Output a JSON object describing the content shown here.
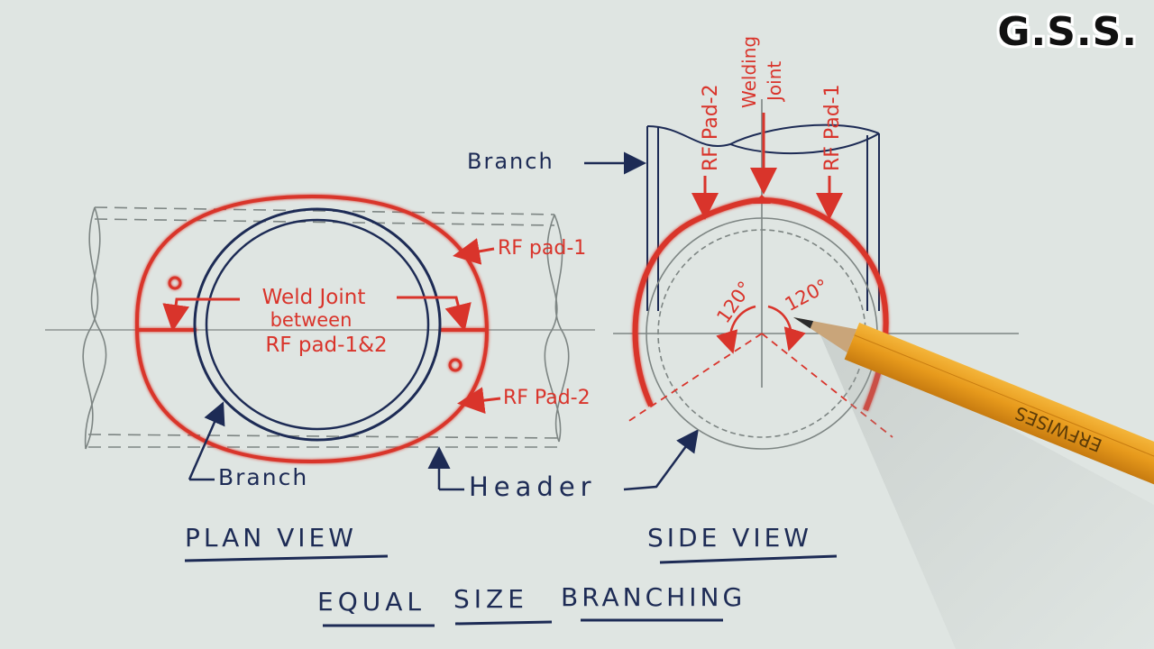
{
  "watermark": "G.S.S.",
  "plan_view": {
    "caption": "PLAN VIEW",
    "labels": {
      "rf_pad_1": "RF pad-1",
      "rf_pad_2": "RF Pad-2",
      "weld_joint_line1": "Weld Joint",
      "weld_joint_line2": "between",
      "weld_joint_line3": "RF pad-1&2",
      "branch": "Branch",
      "header": "Header"
    }
  },
  "side_view": {
    "caption": "SIDE VIEW",
    "labels": {
      "branch": "Branch",
      "rf_pad_2": "RF Pad-2",
      "welding_joint_line1": "Welding",
      "welding_joint_line2": "Joint",
      "rf_pad_1": "RF Pad-1",
      "angle_left": "120°",
      "angle_right": "120°"
    }
  },
  "title": {
    "word1": "EQUAL",
    "word2": "SIZE",
    "word3": "BRANCHING"
  },
  "pencil_text": "ERFWISES",
  "colors": {
    "ink_blue": "#1d2b55",
    "ink_red": "#d9342b",
    "paper": "#dfe5e2",
    "pencil": "#e8a020"
  }
}
